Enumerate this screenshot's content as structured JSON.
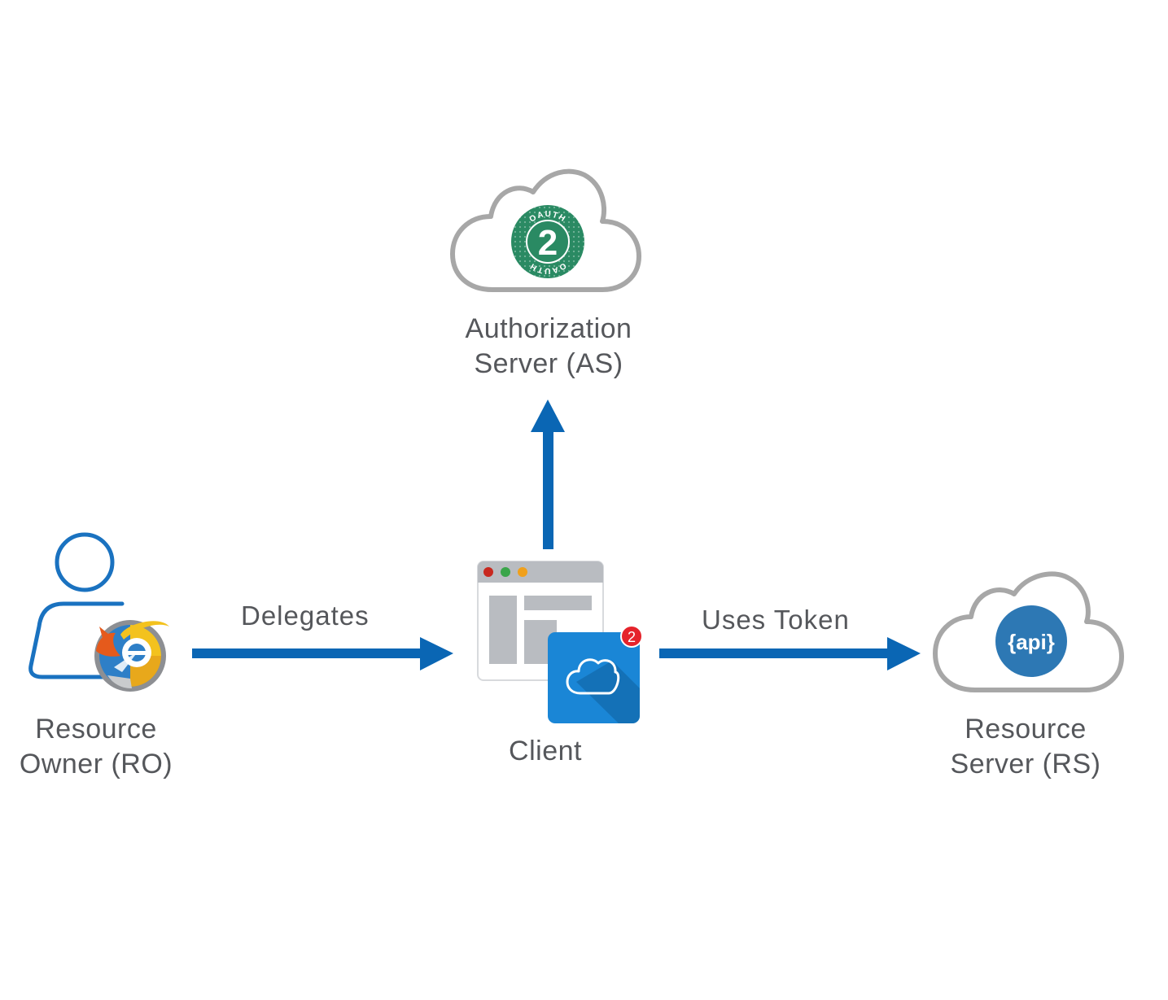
{
  "diagram": {
    "nodes": {
      "authorization_server": {
        "line1": "Authorization",
        "line2": "Server (AS)",
        "logo_text_top": "OAUTH",
        "logo_text_bottom": "OAUTH",
        "logo_number": "2"
      },
      "resource_owner": {
        "line1": "Resource",
        "line2": "Owner (RO)"
      },
      "client": {
        "label": "Client",
        "badge": "2"
      },
      "resource_server": {
        "line1": "Resource",
        "line2": "Server (RS)",
        "logo_text": "{api}"
      }
    },
    "edges": {
      "delegates": "Delegates",
      "uses_token": "Uses Token"
    },
    "colors": {
      "arrow": "#0a66b4",
      "label_text": "#55575b",
      "cloud_stroke": "#a7a7a7",
      "oauth_green": "#2a8a63",
      "api_blue": "#2d78b4",
      "person_stroke": "#1a72c0",
      "client_tile": "#1a86d6",
      "badge_red": "#e5232b",
      "window_gray": "#b9bcc1"
    },
    "icons": [
      "cloud-icon",
      "oauth2-logo-icon",
      "person-icon",
      "browser-logos-icon",
      "browser-window-icon",
      "cloud-app-icon",
      "notification-badge-icon",
      "api-logo-icon",
      "arrow-icon"
    ]
  }
}
